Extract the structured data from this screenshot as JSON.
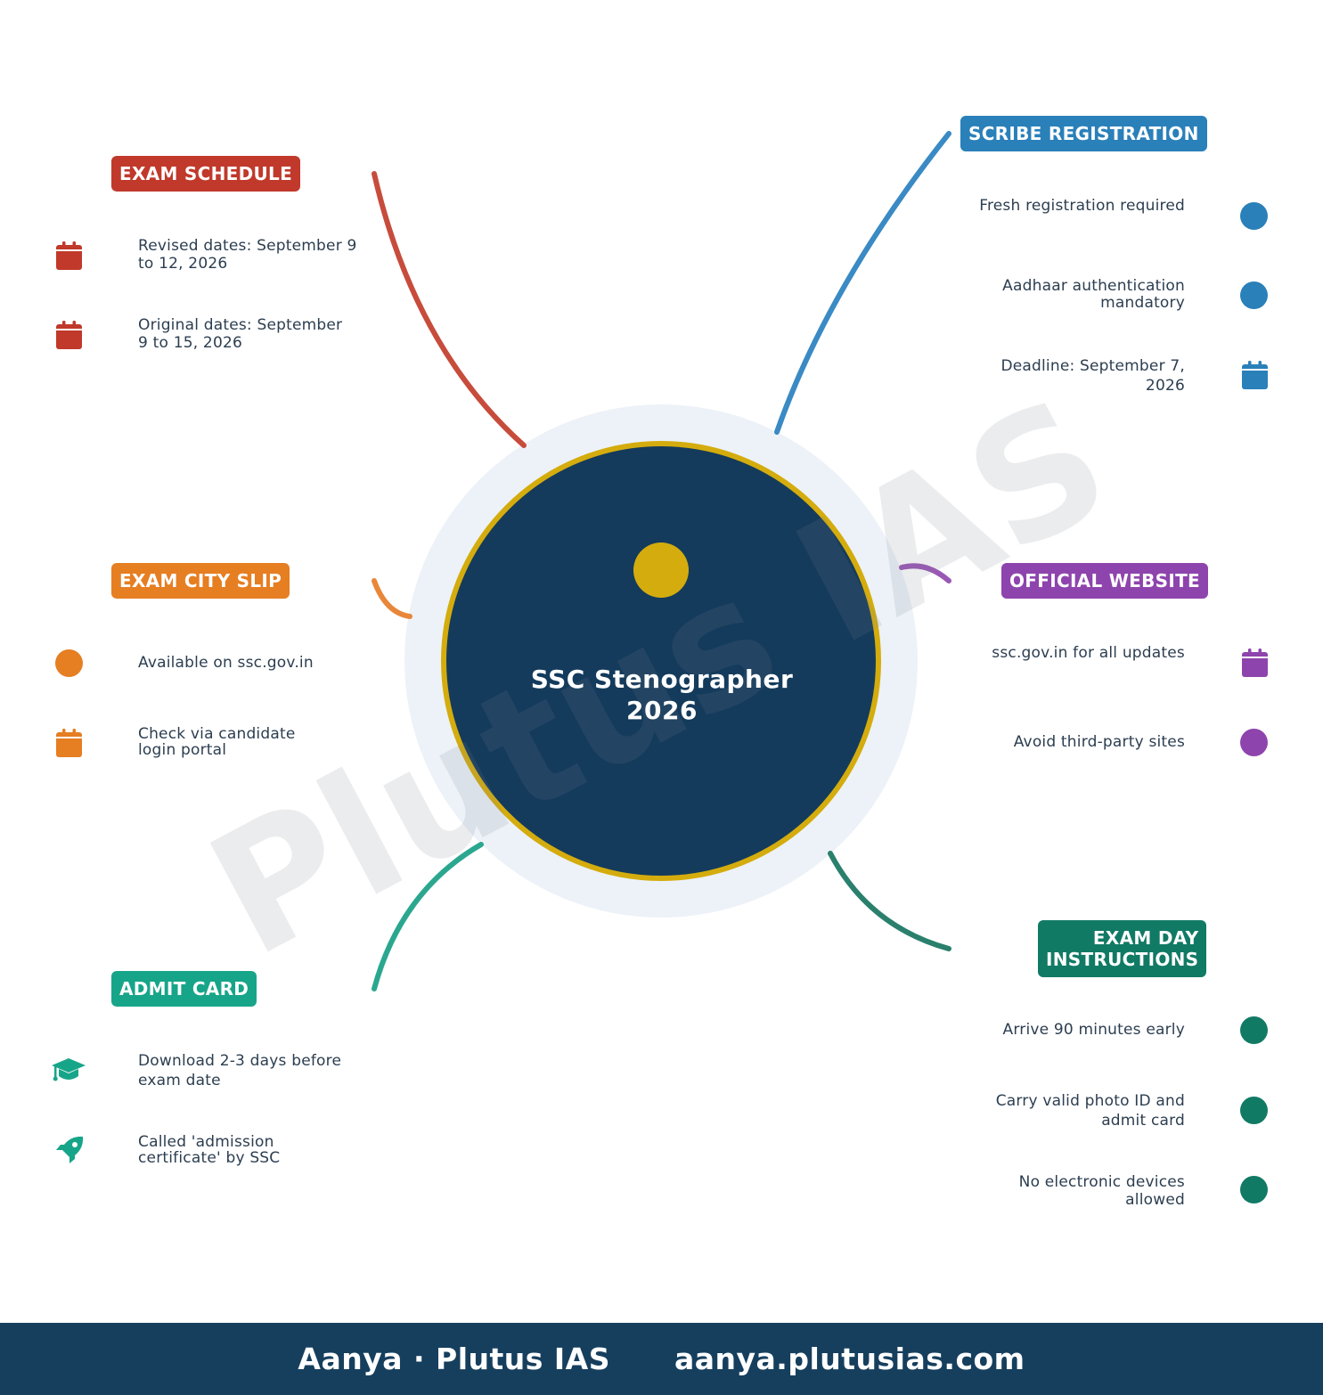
{
  "center": {
    "title_line1": "SSC Stenographer",
    "title_line2": "2026"
  },
  "watermark": "Plutus IAS",
  "colors": {
    "navy": "#143b5c",
    "gold": "#d4ac0d",
    "halo": "#edf2f8",
    "red": "#c0392b",
    "blue": "#2a80b9",
    "orange": "#e67e22",
    "purple": "#8e44ad",
    "teal": "#17a589",
    "green": "#117a65"
  },
  "branches": {
    "exam_schedule": {
      "label": "EXAM SCHEDULE",
      "items": [
        {
          "text": "Revised dates: September 9 to 12, 2026",
          "icon": "calendar-icon"
        },
        {
          "text": "Original dates: September 9 to 15, 2026",
          "icon": "calendar-icon"
        }
      ]
    },
    "exam_city_slip": {
      "label": "EXAM CITY SLIP",
      "items": [
        {
          "text": "Available on ssc.gov.in",
          "icon": "dot-icon"
        },
        {
          "text": "Check via candidate login portal",
          "icon": "calendar-icon"
        }
      ]
    },
    "admit_card": {
      "label": "ADMIT CARD",
      "items": [
        {
          "text": "Download 2-3 days before exam date",
          "icon": "graduation-cap-icon"
        },
        {
          "text": "Called 'admission certificate' by SSC",
          "icon": "rocket-icon"
        }
      ]
    },
    "scribe_registration": {
      "label": "SCRIBE REGISTRATION",
      "items": [
        {
          "text": "Fresh registration required",
          "icon": "dot-icon"
        },
        {
          "text": "Aadhaar authentication mandatory",
          "icon": "dot-icon"
        },
        {
          "text": "Deadline: September 7, 2026",
          "icon": "calendar-icon"
        }
      ]
    },
    "official_website": {
      "label": "OFFICIAL WEBSITE",
      "items": [
        {
          "text": "ssc.gov.in for all updates",
          "icon": "calendar-icon"
        },
        {
          "text": "Avoid third-party sites",
          "icon": "dot-icon"
        }
      ]
    },
    "exam_day_instructions": {
      "label_line1": "EXAM DAY",
      "label_line2": "INSTRUCTIONS",
      "items": [
        {
          "text": "Arrive 90 minutes early",
          "icon": "dot-icon"
        },
        {
          "text": "Carry valid photo ID and admit card",
          "icon": "dot-icon"
        },
        {
          "text": "No electronic devices allowed",
          "icon": "dot-icon"
        }
      ]
    }
  },
  "footer": {
    "brand": "Aanya · Plutus IAS",
    "url": "aanya.plutusias.com"
  }
}
